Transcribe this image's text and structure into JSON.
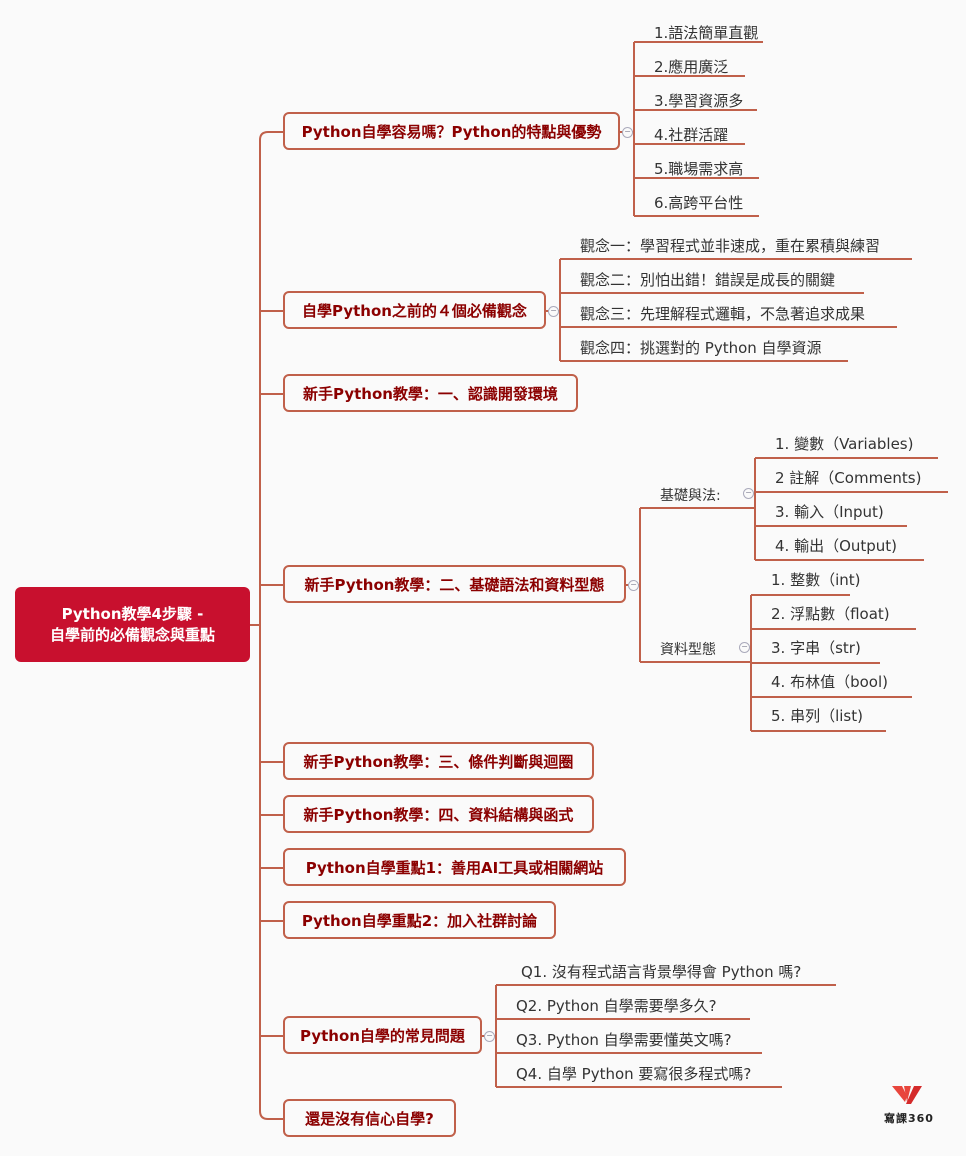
{
  "root": {
    "line1": "Python教學4步驟 -",
    "line2": "自學前的必備觀念與重點"
  },
  "branches": [
    {
      "label": "Python自學容易嗎？Python的特點與優勢",
      "children": [
        "1.語法簡單直觀",
        "2.應用廣泛",
        "3.學習資源多",
        "4.社群活躍",
        "5.職場需求高",
        "6.高跨平台性"
      ]
    },
    {
      "label": "自學Python之前的４個必備觀念",
      "children": [
        "觀念一：學習程式並非速成，重在累積與練習",
        "觀念二：別怕出錯！錯誤是成長的關鍵",
        "觀念三：先理解程式邏輯，不急著追求成果",
        "觀念四：挑選對的 Python 自學資源"
      ]
    },
    {
      "label": "新手Python教學：一、認識開發環境"
    },
    {
      "label": "新手Python教學：二、基礎語法和資料型態",
      "groups": [
        {
          "label": "基礎與法:",
          "children": [
            "1. 變數（Variables)",
            "2 註解（Comments)",
            "3. 輸入（Input)",
            "4. 輸出（Output)"
          ]
        },
        {
          "label": "資料型態",
          "children": [
            "1. 整數（int)",
            "2. 浮點數（float)",
            "3. 字串（str)",
            "4. 布林值（bool)",
            "5. 串列（list)"
          ]
        }
      ]
    },
    {
      "label": "新手Python教學：三、條件判斷與迴圈"
    },
    {
      "label": "新手Python教學：四、資料結構與函式"
    },
    {
      "label": "Python自學重點1：善用AI工具或相關網站"
    },
    {
      "label": "Python自學重點2：加入社群討論"
    },
    {
      "label": "Python自學的常見問題",
      "children": [
        "Q1. 沒有程式語言背景學得會 Python 嗎?",
        "Q2. Python 自學需要學多久?",
        "Q3. Python 自學需要懂英文嗎?",
        "Q4. 自學 Python 要寫很多程式嗎?"
      ]
    },
    {
      "label": "還是沒有信心自學?"
    }
  ],
  "logo": {
    "text": "寫課360"
  },
  "colors": {
    "root": "#c8102e",
    "line": "#c0604a",
    "node_text": "#8b0000"
  }
}
